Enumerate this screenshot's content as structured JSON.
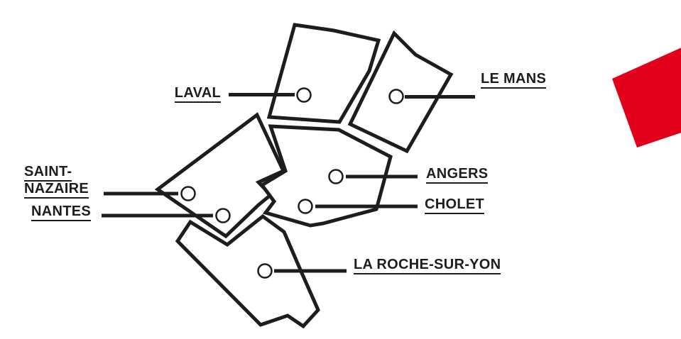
{
  "colors": {
    "ink": "#1d1d1b",
    "accent": "#e2001a",
    "background": "#ffffff",
    "marker_fill": "#ffffff"
  },
  "map": {
    "type": "region-map",
    "region_count": 5,
    "marker_count": 7,
    "city_labels": {
      "laval": "LAVAL",
      "le_mans": "LE MANS",
      "saint_nazaire_line_1": "SAINT-",
      "saint_nazaire_line_2": "NAZAIRE",
      "nantes": "NANTES",
      "angers": "ANGERS",
      "cholet": "CHOLET",
      "la_roche_sur_yon": "LA ROCHE-SUR-YON"
    }
  }
}
